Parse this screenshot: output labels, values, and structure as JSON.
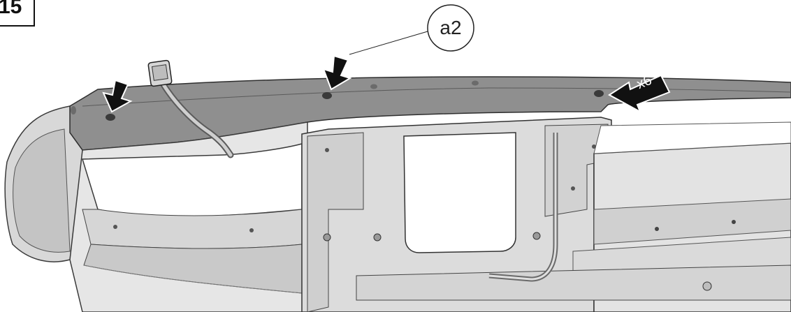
{
  "step": {
    "number": "15"
  },
  "callout": {
    "label": "a2"
  },
  "quantity_badge": {
    "label": "x6"
  },
  "colors": {
    "part_light": "#e9e9e9",
    "part_mid": "#cfcfcf",
    "part_dark": "#9a9a9a",
    "top_surface": "#8d8d8d",
    "arrow": "#111111",
    "line": "#222222"
  },
  "icons": [
    "down-arrow-icon",
    "down-arrow-icon",
    "left-arrow-icon"
  ]
}
